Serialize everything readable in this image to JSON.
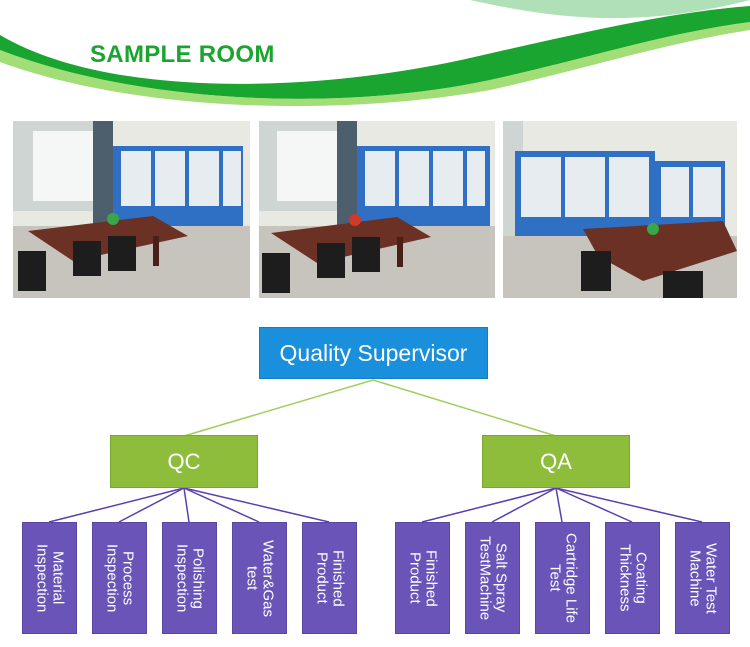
{
  "banner": {
    "title": "SAMPLE ROOM"
  },
  "photos": [
    {
      "name": "sample-room-photo-left"
    },
    {
      "name": "sample-room-photo-center"
    },
    {
      "name": "sample-room-photo-right"
    }
  ],
  "org_chart": {
    "root": "Quality Supervisor",
    "groups": [
      {
        "label": "QC",
        "children": [
          "Material\nInspection",
          "Process\nInspection",
          "Polishing\nInspection",
          "Water&Gas\ntest",
          "Finished\nProduct"
        ]
      },
      {
        "label": "QA",
        "children": [
          "Finished\nProduct",
          "Salt Spray\nTestMachine",
          "Cartridge Life\nTest",
          "Coating\nThickness",
          "Water Test\nMachine"
        ]
      }
    ]
  },
  "colors": {
    "banner_green": "#1aa531",
    "supervisor_blue": "#1a8fdc",
    "group_green": "#8dbd3b",
    "leaf_purple": "#6a54b8",
    "line_green": "#9fcf5a",
    "line_purple": "#5a3fae"
  }
}
